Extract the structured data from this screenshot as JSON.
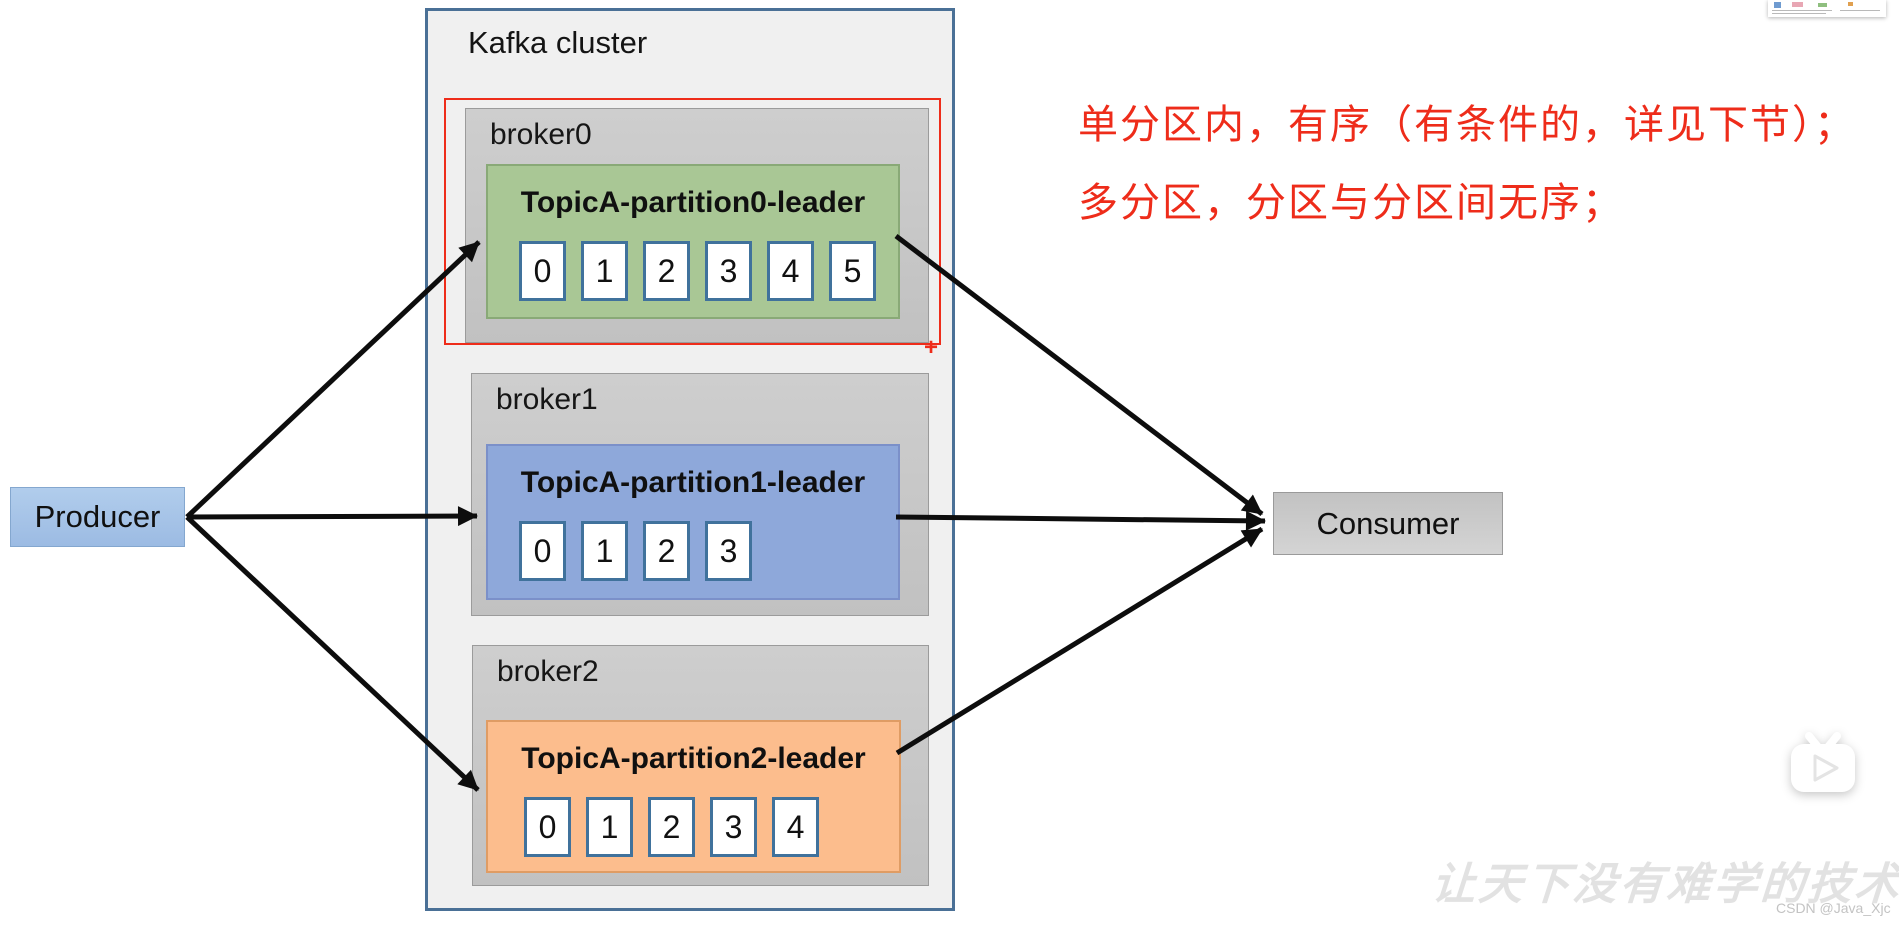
{
  "diagram": {
    "cluster_title": "Kafka cluster",
    "producer_label": "Producer",
    "consumer_label": "Consumer",
    "highlight_plus": "+",
    "brokers": [
      {
        "name": "broker0",
        "partition_label": "TopicA-partition0-leader",
        "messages": [
          "0",
          "1",
          "2",
          "3",
          "4",
          "5"
        ],
        "fill_color": "#a9c795"
      },
      {
        "name": "broker1",
        "partition_label": "TopicA-partition1-leader",
        "messages": [
          "0",
          "1",
          "2",
          "3"
        ],
        "fill_color": "#8ea8da"
      },
      {
        "name": "broker2",
        "partition_label": "TopicA-partition2-leader",
        "messages": [
          "0",
          "1",
          "2",
          "3",
          "4"
        ],
        "fill_color": "#fcbd8d"
      }
    ]
  },
  "annotations": {
    "line1": "单分区内，有序（有条件的，详见下节）；",
    "line2": "多分区，分区与分区间无序；",
    "text_color": "#ee2c1a"
  },
  "watermark": {
    "slogan": "让天下没有难学的技术",
    "credit": "CSDN @Java_Xjc"
  },
  "icons": {
    "play_icon": "tv-play-icon",
    "thumbnail": "mini-page-preview"
  },
  "colors": {
    "cluster_border": "#4a7096",
    "highlight_red": "#ee2c1a",
    "message_box_border": "#40729c",
    "broker_fill": "#c8c8c8",
    "producer_fill": "#a5c3e7",
    "consumer_fill": "#cbcbcb"
  }
}
